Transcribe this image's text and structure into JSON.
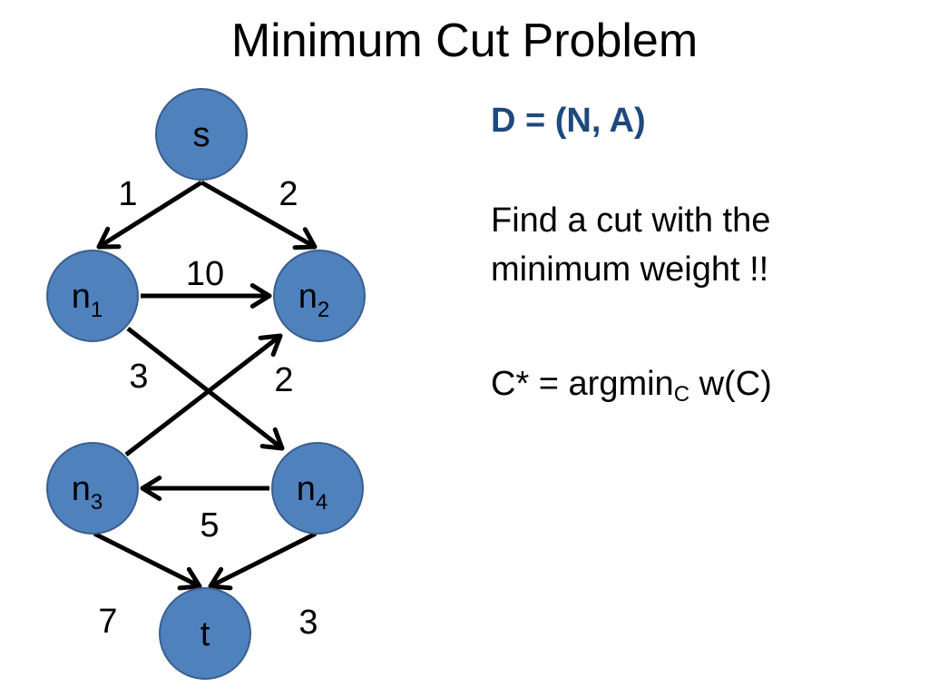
{
  "title": "Minimum Cut Problem",
  "definition": "D = (N, A)",
  "description": "Find a cut with the minimum weight !!",
  "formula": {
    "lhs": "C* = argmin",
    "subscript": "C",
    "rhs": " w(C)"
  },
  "nodes": [
    {
      "id": "s",
      "label": "s",
      "sub": ""
    },
    {
      "id": "n1",
      "label": "n",
      "sub": "1"
    },
    {
      "id": "n2",
      "label": "n",
      "sub": "2"
    },
    {
      "id": "n3",
      "label": "n",
      "sub": "3"
    },
    {
      "id": "n4",
      "label": "n",
      "sub": "4"
    },
    {
      "id": "t",
      "label": "t",
      "sub": ""
    }
  ],
  "edges": [
    {
      "from": "s",
      "to": "n1",
      "weight": "1"
    },
    {
      "from": "s",
      "to": "n2",
      "weight": "2"
    },
    {
      "from": "n1",
      "to": "n2",
      "weight": "10"
    },
    {
      "from": "n1",
      "to": "n4",
      "weight": "3"
    },
    {
      "from": "n3",
      "to": "n2",
      "weight": "2"
    },
    {
      "from": "n4",
      "to": "n3",
      "weight": "5"
    },
    {
      "from": "n3",
      "to": "t",
      "weight": "7"
    },
    {
      "from": "n4",
      "to": "t",
      "weight": "3"
    }
  ],
  "colors": {
    "node_fill": "#4F81BD",
    "node_stroke": "#3A5F8E",
    "definition_text": "#1F497D",
    "edge": "#000000"
  }
}
